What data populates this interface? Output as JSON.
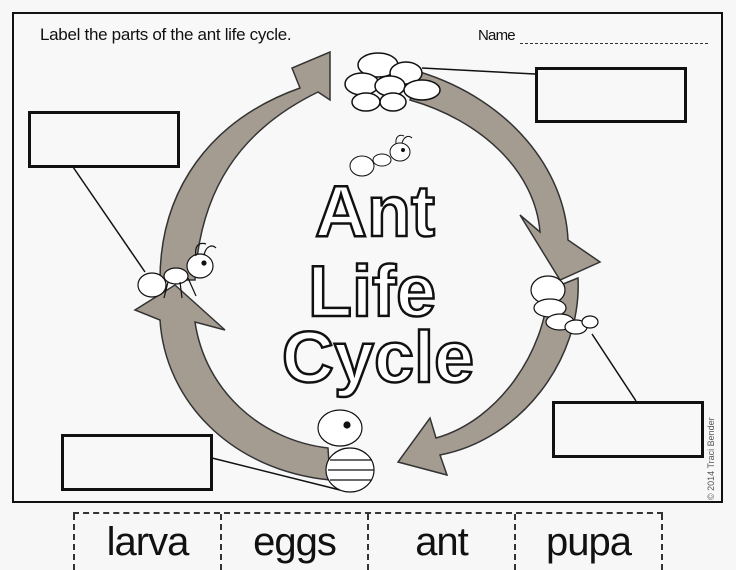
{
  "worksheet": {
    "instruction": "Label the parts of the ant life cycle.",
    "name_label": "Name",
    "title_lines": [
      "Ant",
      "Life",
      "Cycle"
    ],
    "credit": "© 2014 Traci Bender",
    "arrow_color": "#a59c91",
    "stages_pictured": [
      "eggs",
      "larva",
      "pupa",
      "ant"
    ],
    "answer_boxes": [
      {
        "id": "top-left",
        "value": ""
      },
      {
        "id": "top-right",
        "value": ""
      },
      {
        "id": "bottom-right",
        "value": ""
      },
      {
        "id": "bottom-left",
        "value": ""
      }
    ]
  },
  "cut_strip": {
    "words": [
      "larva",
      "eggs",
      "ant",
      "pupa"
    ]
  }
}
